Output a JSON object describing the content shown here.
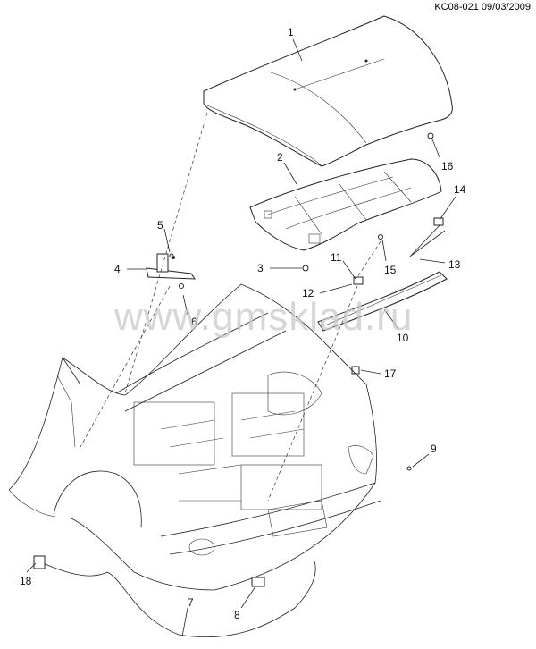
{
  "header": {
    "reference": "KC08-021 09/03/2009"
  },
  "watermark": {
    "text": "www.gmsklad.ru"
  },
  "callouts": {
    "c1": "1",
    "c2": "2",
    "c3": "3",
    "c4": "4",
    "c5": "5",
    "c6": "6",
    "c7": "7",
    "c8": "8",
    "c9": "9",
    "c10": "10",
    "c11": "11",
    "c12": "12",
    "c13": "13",
    "c14": "14",
    "c15": "15",
    "c16": "16",
    "c17": "17",
    "c18": "18"
  }
}
